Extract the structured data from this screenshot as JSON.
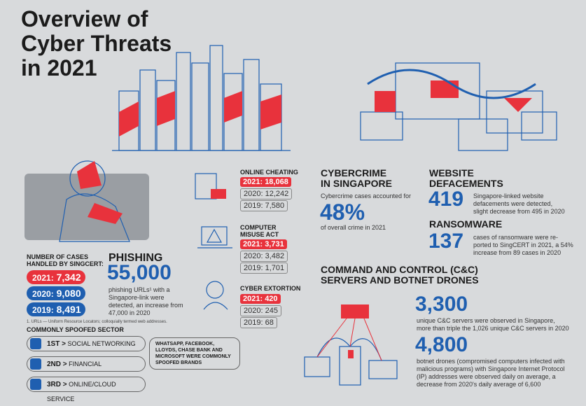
{
  "title": [
    "Overview of",
    "Cyber Threats",
    "in 2021"
  ],
  "singcert": {
    "heading": [
      "NUMBER OF CASES",
      "HANDLED BY SINGCERT:"
    ],
    "rows": [
      {
        "year": "2021:",
        "value": "7,342",
        "color": "#e8323c"
      },
      {
        "year": "2020:",
        "value": "9,080",
        "color": "#1f5fb0"
      },
      {
        "year": "2019:",
        "value": "8,491",
        "color": "#1f5fb0"
      }
    ]
  },
  "phishing": {
    "heading": "PHISHING",
    "value": "55,000",
    "text": [
      "phishing URLs¹ with a",
      "Singapore-link were",
      "detected, an increase from",
      "47,000 in 2020"
    ],
    "footnote": "1. URLs — Uniform Resource Locators; colloquially termed web addresses."
  },
  "spoofed": {
    "heading": "COMMONLY SPOOFED SECTOR",
    "rows": [
      {
        "rank": "1ST >",
        "sector": "SOCIAL NETWORKING"
      },
      {
        "rank": "2ND >",
        "sector": "FINANCIAL"
      },
      {
        "rank": "3RD >",
        "sector": "ONLINE/CLOUD SERVICE"
      }
    ],
    "brands": [
      "WHATSAPP, FACEBOOK,",
      "LLOYDS, CHASE BANK AND",
      "MICROSOFT WERE COMMONLY",
      "SPOOFED BRANDS"
    ]
  },
  "online_cheating": {
    "heading": "ONLINE CHEATING",
    "v2021": "2021: 18,068",
    "v2020": "2020: 12,242",
    "v2019": "2019: 7,580"
  },
  "computer_misuse": {
    "heading": [
      "COMPUTER",
      "MISUSE ACT"
    ],
    "v2021": "2021: 3,731",
    "v2020": "2020: 3,482",
    "v2019": "2019: 1,701"
  },
  "cyber_extortion": {
    "heading": "CYBER EXTORTION",
    "v2021": "2021: 420",
    "v2020": "2020: 245",
    "v2019": "2019: 68"
  },
  "cybercrime": {
    "heading": [
      "CYBERCRIME",
      "IN SINGAPORE"
    ],
    "text": "Cybercrime cases accounted for",
    "value": "48%",
    "sub": "of overall crime in 2021"
  },
  "defacements": {
    "heading": [
      "WEBSITE",
      "DEFACEMENTS"
    ],
    "value": "419",
    "text": [
      "Singapore-linked website",
      "defacements were detected,",
      "slight decrease from 495 in 2020"
    ]
  },
  "ransomware": {
    "heading": "RANSOMWARE",
    "value": "137",
    "text": [
      "cases of ransomware were re-",
      "ported to SingCERT in 2021, a 54%",
      "increase from 89 cases in 2020"
    ]
  },
  "cnc": {
    "heading": [
      "COMMAND AND CONTROL (C&C)",
      "SERVERS AND BOTNET DRONES"
    ],
    "value1": "3,300",
    "text1": [
      "unique C&C servers were observed in Singapore,",
      "more than triple the 1,026 unique C&C servers in 2020"
    ],
    "value2": "4,800",
    "text2": [
      "botnet drones (compromised computers infected with",
      "malicious programs) with Singapore Internet Protocol",
      "(IP) addresses were observed daily on average, a",
      "decrease from 2020's daily average of 6,600"
    ]
  },
  "colors": {
    "accent_blue": "#1f5fb0",
    "accent_red": "#e8323c",
    "background": "#d8dadc"
  }
}
